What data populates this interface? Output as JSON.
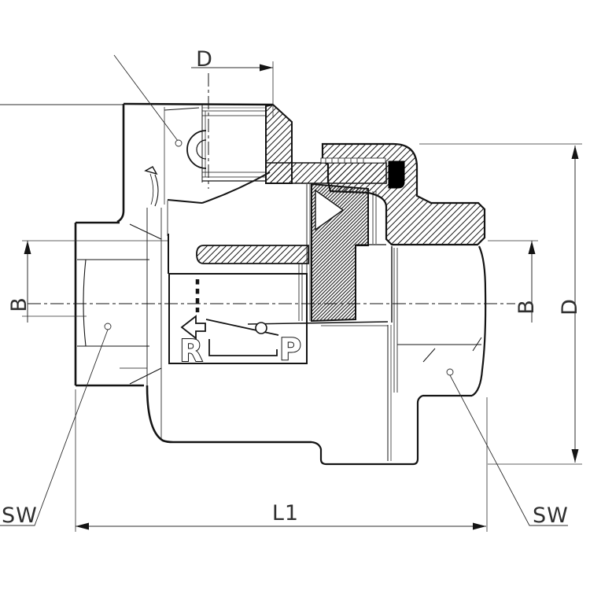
{
  "drawing": {
    "background": "#ffffff",
    "line_color": "#1a1a1a",
    "seal_color": "#000000",
    "labels": {
      "top_diameter": "D",
      "left_bore": "B",
      "right_bore": "B",
      "right_outer_diameter": "D",
      "overall_length": "L1",
      "wrench_size_left": "SW",
      "wrench_size_right": "SW"
    },
    "engraving": {
      "exhaust_port": "R",
      "pressure_port": "P"
    }
  }
}
